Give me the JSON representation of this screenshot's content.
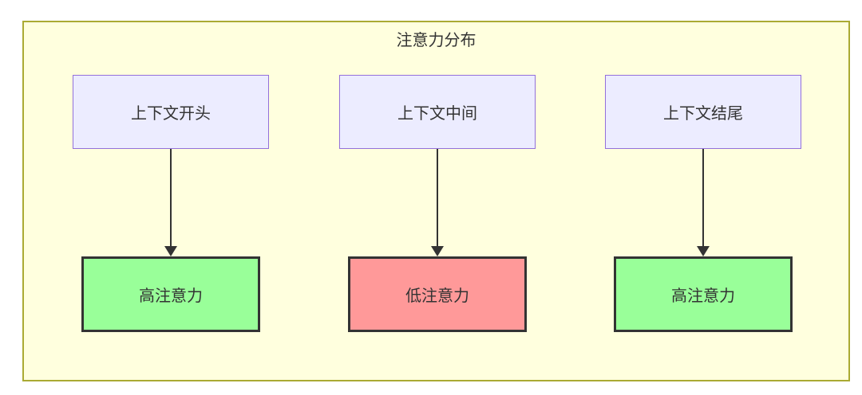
{
  "diagram": {
    "type": "flowchart",
    "title": "注意力分布",
    "columns": [
      {
        "source": "上下文开头",
        "target": "高注意力",
        "target_level": "high"
      },
      {
        "source": "上下文中间",
        "target": "低注意力",
        "target_level": "low"
      },
      {
        "source": "上下文结尾",
        "target": "高注意力",
        "target_level": "high"
      }
    ],
    "colors": {
      "cluster_bg": "#ffffde",
      "cluster_border": "#aaaa33",
      "source_node_bg": "#ececff",
      "source_node_border": "#9370db",
      "high_attention_bg": "#99ff99",
      "low_attention_bg": "#ff9999",
      "target_node_border": "#333333",
      "arrow_color": "#333333",
      "text_color": "#333333",
      "page_bg": "#ffffff"
    }
  }
}
